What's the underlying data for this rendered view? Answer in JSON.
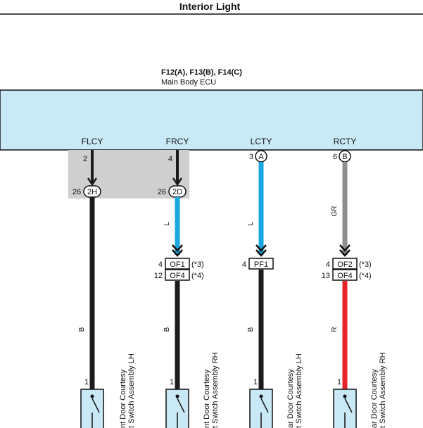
{
  "title": "Interior Light",
  "ecu": {
    "connectors": "F12(A), F13(B), F14(C)",
    "name": "Main Body ECU",
    "color": "#c9e9f6"
  },
  "columns": [
    {
      "terminal": "FLCY",
      "ecu_pin": "2",
      "ecu_letter": "",
      "junction_pin": "26",
      "junction_tag": "2H",
      "upper_wire_label": "",
      "connectors": [],
      "lower_wire_label": "B",
      "switch_pin": "1",
      "switch_label_line1": "nt Door Courtesy",
      "switch_label_line2": "t Switch Assembly LH"
    },
    {
      "terminal": "FRCY",
      "ecu_pin": "4",
      "ecu_letter": "",
      "junction_pin": "26",
      "junction_tag": "2D",
      "upper_wire_label": "L",
      "connectors": [
        {
          "pin": "4",
          "tag": "OF1",
          "note": "(*3)"
        },
        {
          "pin": "12",
          "tag": "OF4",
          "note": "(*4)"
        }
      ],
      "lower_wire_label": "B",
      "switch_pin": "1",
      "switch_label_line1": "nt Door Courtesy",
      "switch_label_line2": "t Switch Assembly RH"
    },
    {
      "terminal": "LCTY",
      "ecu_pin": "3",
      "ecu_letter": "A",
      "junction_pin": "",
      "junction_tag": "",
      "upper_wire_label": "L",
      "connectors": [
        {
          "pin": "4",
          "tag": "PF1",
          "note": ""
        }
      ],
      "lower_wire_label": "B",
      "switch_pin": "1",
      "switch_label_line1": "ar Door Courtesy",
      "switch_label_line2": "t Switch Assembly LH"
    },
    {
      "terminal": "RCTY",
      "ecu_pin": "6",
      "ecu_letter": "B",
      "junction_pin": "",
      "junction_tag": "",
      "upper_wire_label": "GR",
      "connectors": [
        {
          "pin": "4",
          "tag": "OF2",
          "note": "(*3)"
        },
        {
          "pin": "13",
          "tag": "OF4",
          "note": "(*4)"
        }
      ],
      "lower_wire_label": "R",
      "switch_pin": "1",
      "switch_label_line1": "ar Door Courtesy",
      "switch_label_line2": "t Switch Assembly RH"
    }
  ],
  "colors": {
    "black": "#1b1b1b",
    "blue": "#1aa6e0",
    "gray": "#8f8f8f",
    "red": "#e8242a",
    "junction_box": "#cfcfcf",
    "switch_fill": "#c9e9f6"
  }
}
